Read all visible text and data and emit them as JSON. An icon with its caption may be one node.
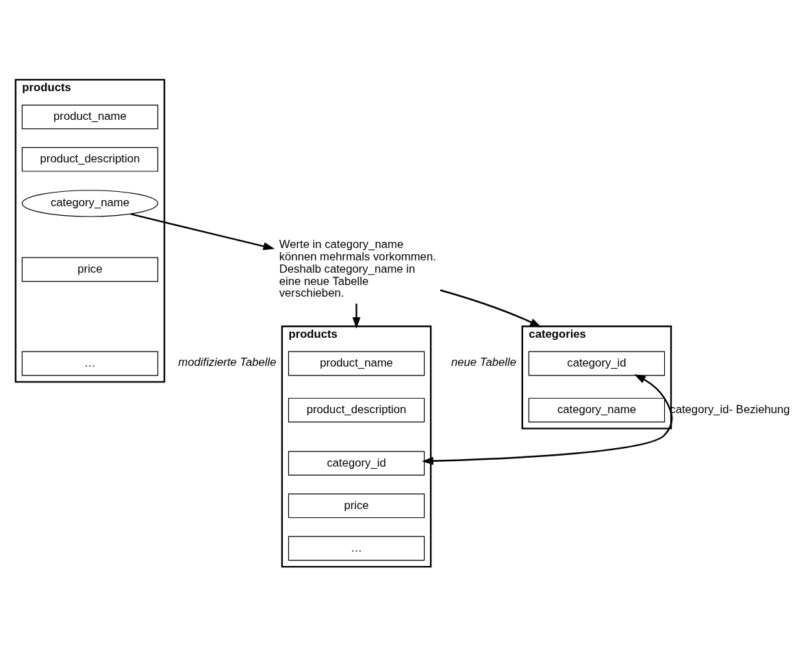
{
  "diagram": {
    "nodes": [
      {
        "text": [
          "products"
        ]
      },
      {
        "text": [
          "product_name"
        ],
        "in": 0
      },
      {
        "text": [
          "product_description"
        ],
        "in": 0
      },
      {
        "text": [
          "category_name"
        ],
        "in": 0
      },
      {
        "text": [
          "price"
        ],
        "in": 0
      },
      {
        "text": [
          "…"
        ],
        "in": 0
      },
      {
        "text": [
          "Werte in category_name können mehrmals vorkommen. Deshalb category_name in eine neue Tabelle verschieben."
        ]
      },
      {
        "text": [
          "products"
        ],
        "beside": [
          "modifizierte Tabelle"
        ]
      },
      {
        "text": [
          "product_name"
        ],
        "in": 7
      },
      {
        "text": [
          "product_description"
        ],
        "in": 7
      },
      {
        "text": [
          "category_id"
        ],
        "in": 7
      },
      {
        "text": [
          "price"
        ],
        "in": 7
      },
      {
        "text": [
          "…"
        ],
        "in": 7
      },
      {
        "text": [
          "categories"
        ],
        "beside": [
          "neue Tabelle"
        ]
      },
      {
        "text": [
          "category_id"
        ],
        "in": 13
      },
      {
        "text": [
          "category_name"
        ],
        "in": 13
      }
    ],
    "edges": [
      {
        "from": 3,
        "to": 6,
        "arrow": "to"
      },
      {
        "from": 6,
        "to": 7,
        "arrow": "to"
      },
      {
        "from": 6,
        "to": 13,
        "arrow": "to"
      },
      {
        "from": 10,
        "to": 14,
        "arrow": "both",
        "label": "category_id- Beziehung"
      }
    ]
  }
}
